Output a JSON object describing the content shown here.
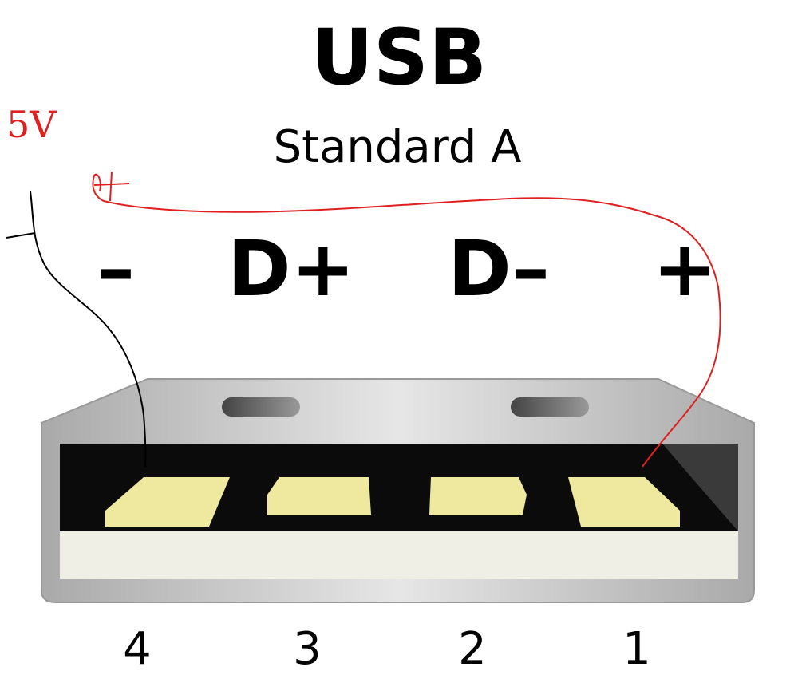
{
  "title": "USB",
  "subtitle": "Standard A",
  "voltage_annotation": "5V",
  "pin_labels": [
    "–",
    "D+",
    "D–",
    "+"
  ],
  "pin_numbers": [
    "4",
    "3",
    "2",
    "1"
  ],
  "colors": {
    "wire_positive": "#e02020",
    "wire_negative": "#000000",
    "pin": "#efe9a0",
    "shell": "#c8c8c8"
  }
}
